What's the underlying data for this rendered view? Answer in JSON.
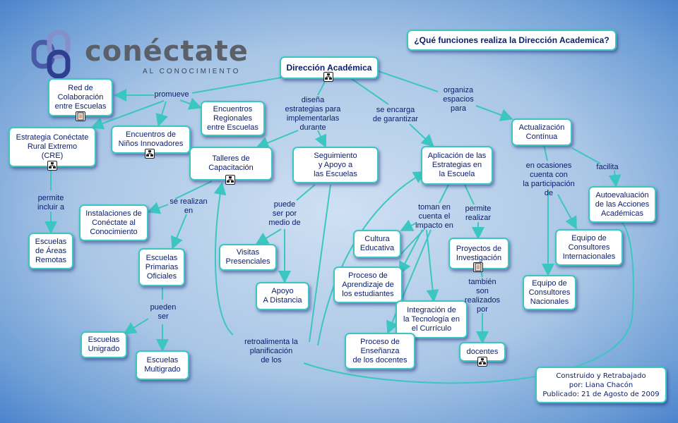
{
  "logo": {
    "word": "conéctate",
    "tagline": "AL CONOCIMIENTO"
  },
  "question": "¿Qué funciones realiza la Dirección Academica?",
  "credits": {
    "line1": "Construido y Retrabajado",
    "line2": "por: Liana Chacón",
    "line3": "Publicado: 21 de Agosto de 2009"
  },
  "colors": {
    "node_border": "#3cc6c2",
    "edge": "#3cc6c2",
    "text": "#0a1d6b",
    "background": "#a9c6e6"
  },
  "nodes": {
    "direccion": "Dirección Académica",
    "red": "Red de\nColaboración\nentre Escuelas",
    "encuentros_reg": "Encuentros\nRegionales\nentre Escuelas",
    "estrategia": "Estrategia Conéctate\nRural Extremo\n(CRE)",
    "encuentros_ninos": "Encuentros de\nNiños Innovadores",
    "talleres": "Talleres de\nCapacitación",
    "seguimiento": "Seguimiento\ny Apoyo a\nlas Escuelas",
    "aplicacion": "Aplicación de las\nEstrategias en\nla Escuela",
    "actualizacion": "Actualización\nContínua",
    "autoevaluacion": "Autoevaluación\nde las Acciones\nAcadémicas",
    "escuelas_remotas": "Escuelas\nde Áreas\nRemotas",
    "instalaciones": "Instalaciones de\nConéctate al\nConocimiento",
    "primarias": "Escuelas\nPrimarias\nOficiales",
    "visitas": "Visitas\nPresenciales",
    "apoyo_distancia": "Apoyo\nA Distancia",
    "cultura": "Cultura\nEducativa",
    "proc_aprendizaje": "Proceso de\nAprendizaje de\nlos estudiantes",
    "integracion": "Integración de\nla Tecnología en\nel Currículo",
    "proc_ensenanza": "Proceso de\nEnseñanza\nde los docentes",
    "proyectos": "Proyectos de\nInvestigación",
    "docentes": "docentes",
    "consultores_int": "Equipo de\nConsultores\nInternacionales",
    "consultores_nac": "Equipo de\nConsultores\nNacionales",
    "unigrado": "Escuelas\nUnigrado",
    "multigrado": "Escuelas\nMultigrado"
  },
  "links": {
    "promueve": "promueve",
    "disena": "diseña\nestrategias para\nimplementarlas\ndurante",
    "garantizar": "se encarga\nde garantizar",
    "organiza": "organiza\nespacios\npara",
    "permite_incluir": "permite\nincluir a",
    "realizan": "se realizan\nen",
    "puede_ser": "puede\nser por\nmedio de",
    "toman": "toman en\ncuenta el\nimpacto en",
    "permite_realizar": "permite\nrealizar",
    "tambien": "también\nson\nrealizados\npor",
    "ocasiones": "en ocasiones\ncuenta con\nla participación\nde",
    "facilita": "facilita",
    "pueden_ser": "pueden\nser",
    "retroalimenta": "retroalimenta la\nplanificación\nde los"
  }
}
